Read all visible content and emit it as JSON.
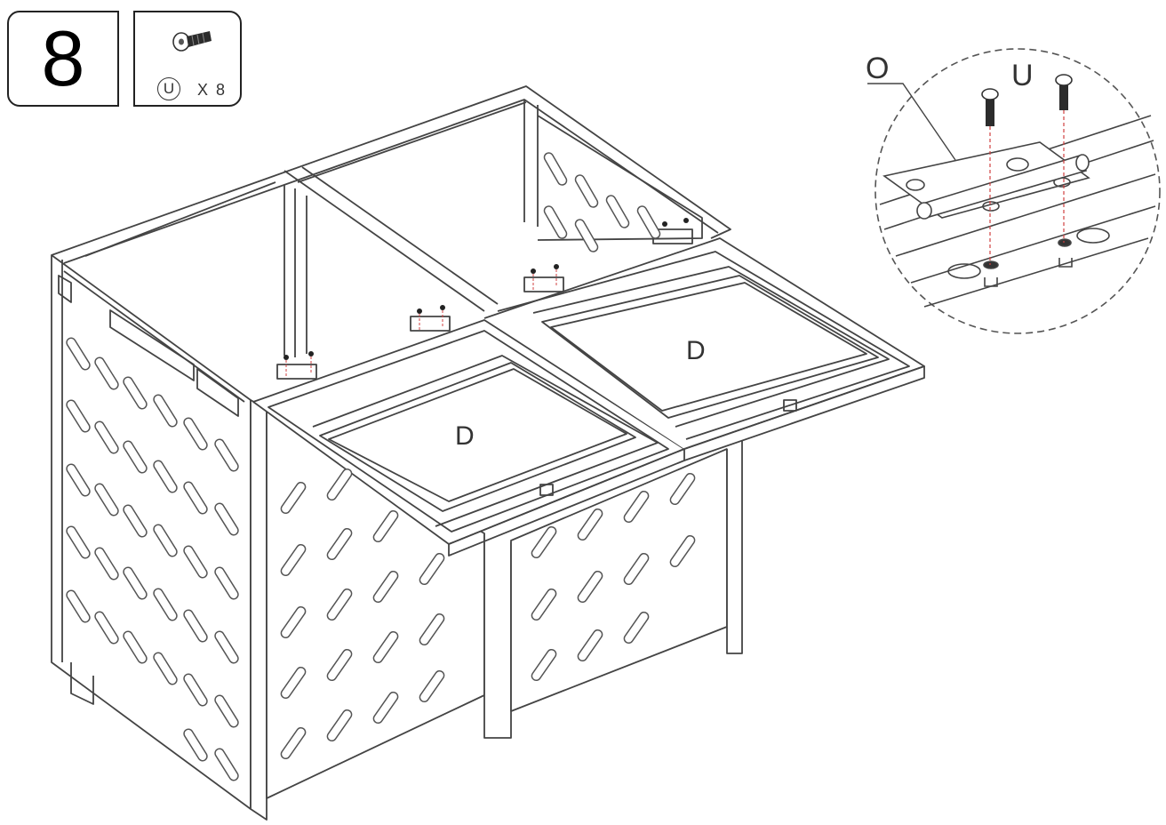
{
  "step": {
    "number": "8"
  },
  "parts": [
    {
      "letter": "U",
      "quantity_label": "X 8",
      "icon": "bolt-icon"
    }
  ],
  "labels": {
    "panel_left": "D",
    "panel_right": "D",
    "detail_hinge": "O",
    "detail_bolt": "U"
  }
}
